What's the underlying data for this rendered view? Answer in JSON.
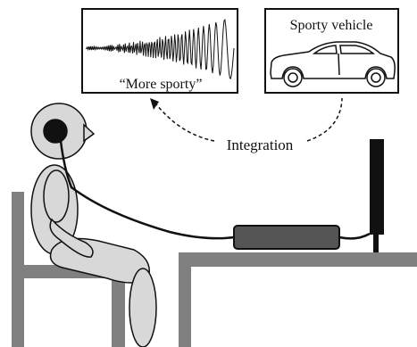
{
  "diagram": {
    "waveform_panel": {
      "label": "“More sporty”"
    },
    "vehicle_panel": {
      "label": "Sporty vehicle"
    },
    "integration_label": "Integration",
    "colors": {
      "outline": "#111111",
      "furniture_gray": "#808080",
      "body_gray": "#d8d8d8",
      "device_gray": "#555555",
      "monitor_black": "#111111",
      "background": "#ffffff"
    }
  }
}
